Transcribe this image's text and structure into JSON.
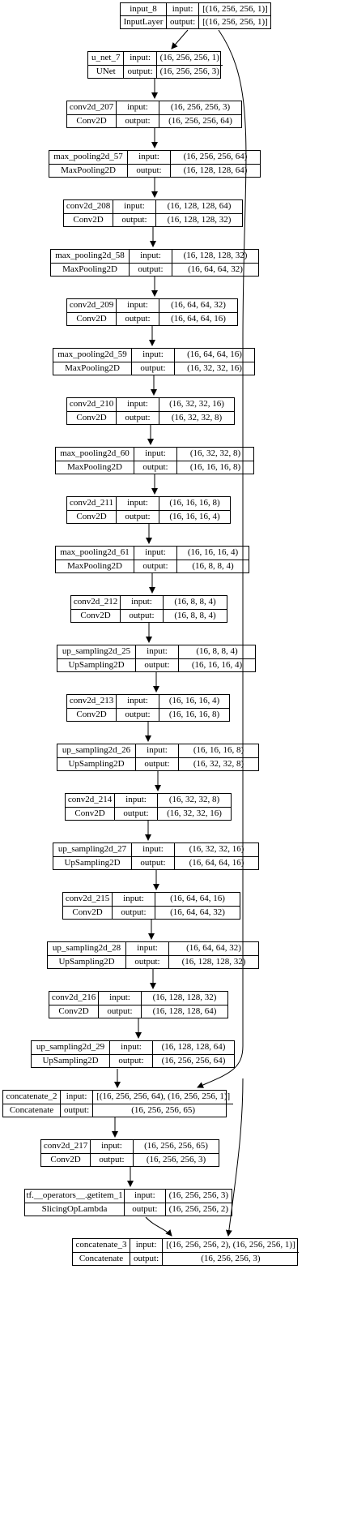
{
  "labels": {
    "input": "input:",
    "output": "output:"
  },
  "nodes": [
    {
      "id": "input_8",
      "name": "input_8",
      "type": "InputLayer",
      "in": "[(16, 256, 256, 1)]",
      "out": "[(16, 256, 256, 1)]"
    },
    {
      "id": "u_net_7",
      "name": "u_net_7",
      "type": "UNet",
      "in": "(16, 256, 256, 1)",
      "out": "(16, 256, 256, 3)"
    },
    {
      "id": "conv2d_207",
      "name": "conv2d_207",
      "type": "Conv2D",
      "in": "(16, 256, 256, 3)",
      "out": "(16, 256, 256, 64)"
    },
    {
      "id": "max_pooling2d_57",
      "name": "max_pooling2d_57",
      "type": "MaxPooling2D",
      "in": "(16, 256, 256, 64)",
      "out": "(16, 128, 128, 64)"
    },
    {
      "id": "conv2d_208",
      "name": "conv2d_208",
      "type": "Conv2D",
      "in": "(16, 128, 128, 64)",
      "out": "(16, 128, 128, 32)"
    },
    {
      "id": "max_pooling2d_58",
      "name": "max_pooling2d_58",
      "type": "MaxPooling2D",
      "in": "(16, 128, 128, 32)",
      "out": "(16, 64, 64, 32)"
    },
    {
      "id": "conv2d_209",
      "name": "conv2d_209",
      "type": "Conv2D",
      "in": "(16, 64, 64, 32)",
      "out": "(16, 64, 64, 16)"
    },
    {
      "id": "max_pooling2d_59",
      "name": "max_pooling2d_59",
      "type": "MaxPooling2D",
      "in": "(16, 64, 64, 16)",
      "out": "(16, 32, 32, 16)"
    },
    {
      "id": "conv2d_210",
      "name": "conv2d_210",
      "type": "Conv2D",
      "in": "(16, 32, 32, 16)",
      "out": "(16, 32, 32, 8)"
    },
    {
      "id": "max_pooling2d_60",
      "name": "max_pooling2d_60",
      "type": "MaxPooling2D",
      "in": "(16, 32, 32, 8)",
      "out": "(16, 16, 16, 8)"
    },
    {
      "id": "conv2d_211",
      "name": "conv2d_211",
      "type": "Conv2D",
      "in": "(16, 16, 16, 8)",
      "out": "(16, 16, 16, 4)"
    },
    {
      "id": "max_pooling2d_61",
      "name": "max_pooling2d_61",
      "type": "MaxPooling2D",
      "in": "(16, 16, 16, 4)",
      "out": "(16, 8, 8, 4)"
    },
    {
      "id": "conv2d_212",
      "name": "conv2d_212",
      "type": "Conv2D",
      "in": "(16, 8, 8, 4)",
      "out": "(16, 8, 8, 4)"
    },
    {
      "id": "up_sampling2d_25",
      "name": "up_sampling2d_25",
      "type": "UpSampling2D",
      "in": "(16, 8, 8, 4)",
      "out": "(16, 16, 16, 4)"
    },
    {
      "id": "conv2d_213",
      "name": "conv2d_213",
      "type": "Conv2D",
      "in": "(16, 16, 16, 4)",
      "out": "(16, 16, 16, 8)"
    },
    {
      "id": "up_sampling2d_26",
      "name": "up_sampling2d_26",
      "type": "UpSampling2D",
      "in": "(16, 16, 16, 8)",
      "out": "(16, 32, 32, 8)"
    },
    {
      "id": "conv2d_214",
      "name": "conv2d_214",
      "type": "Conv2D",
      "in": "(16, 32, 32, 8)",
      "out": "(16, 32, 32, 16)"
    },
    {
      "id": "up_sampling2d_27",
      "name": "up_sampling2d_27",
      "type": "UpSampling2D",
      "in": "(16, 32, 32, 16)",
      "out": "(16, 64, 64, 16)"
    },
    {
      "id": "conv2d_215",
      "name": "conv2d_215",
      "type": "Conv2D",
      "in": "(16, 64, 64, 16)",
      "out": "(16, 64, 64, 32)"
    },
    {
      "id": "up_sampling2d_28",
      "name": "up_sampling2d_28",
      "type": "UpSampling2D",
      "in": "(16, 64, 64, 32)",
      "out": "(16, 128, 128, 32)"
    },
    {
      "id": "conv2d_216",
      "name": "conv2d_216",
      "type": "Conv2D",
      "in": "(16, 128, 128, 32)",
      "out": "(16, 128, 128, 64)"
    },
    {
      "id": "up_sampling2d_29",
      "name": "up_sampling2d_29",
      "type": "UpSampling2D",
      "in": "(16, 128, 128, 64)",
      "out": "(16, 256, 256, 64)"
    },
    {
      "id": "concatenate_2",
      "name": "concatenate_2",
      "type": "Concatenate",
      "in": "[(16, 256, 256, 64), (16, 256, 256, 1)]",
      "out": "(16, 256, 256, 65)"
    },
    {
      "id": "conv2d_217",
      "name": "conv2d_217",
      "type": "Conv2D",
      "in": "(16, 256, 256, 65)",
      "out": "(16, 256, 256, 3)"
    },
    {
      "id": "getitem_1",
      "name": "tf.__operators__.getitem_1",
      "type": "SlicingOpLambda",
      "in": "(16, 256, 256, 3)",
      "out": "(16, 256, 256, 2)"
    },
    {
      "id": "concatenate_3",
      "name": "concatenate_3",
      "type": "Concatenate",
      "in": "[(16, 256, 256, 2), (16, 256, 256, 1)]",
      "out": "(16, 256, 256, 3)"
    }
  ],
  "edges": [
    [
      "input_8",
      "u_net_7"
    ],
    [
      "u_net_7",
      "conv2d_207"
    ],
    [
      "conv2d_207",
      "max_pooling2d_57"
    ],
    [
      "max_pooling2d_57",
      "conv2d_208"
    ],
    [
      "conv2d_208",
      "max_pooling2d_58"
    ],
    [
      "max_pooling2d_58",
      "conv2d_209"
    ],
    [
      "conv2d_209",
      "max_pooling2d_59"
    ],
    [
      "max_pooling2d_59",
      "conv2d_210"
    ],
    [
      "conv2d_210",
      "max_pooling2d_60"
    ],
    [
      "max_pooling2d_60",
      "conv2d_211"
    ],
    [
      "conv2d_211",
      "max_pooling2d_61"
    ],
    [
      "max_pooling2d_61",
      "conv2d_212"
    ],
    [
      "conv2d_212",
      "up_sampling2d_25"
    ],
    [
      "up_sampling2d_25",
      "conv2d_213"
    ],
    [
      "conv2d_213",
      "up_sampling2d_26"
    ],
    [
      "up_sampling2d_26",
      "conv2d_214"
    ],
    [
      "conv2d_214",
      "up_sampling2d_27"
    ],
    [
      "up_sampling2d_27",
      "conv2d_215"
    ],
    [
      "conv2d_215",
      "up_sampling2d_28"
    ],
    [
      "up_sampling2d_28",
      "conv2d_216"
    ],
    [
      "conv2d_216",
      "up_sampling2d_29"
    ],
    [
      "up_sampling2d_29",
      "concatenate_2"
    ],
    [
      "input_8",
      "concatenate_2"
    ],
    [
      "concatenate_2",
      "conv2d_217"
    ],
    [
      "conv2d_217",
      "getitem_1"
    ],
    [
      "getitem_1",
      "concatenate_3"
    ],
    [
      "input_8",
      "concatenate_3"
    ]
  ]
}
